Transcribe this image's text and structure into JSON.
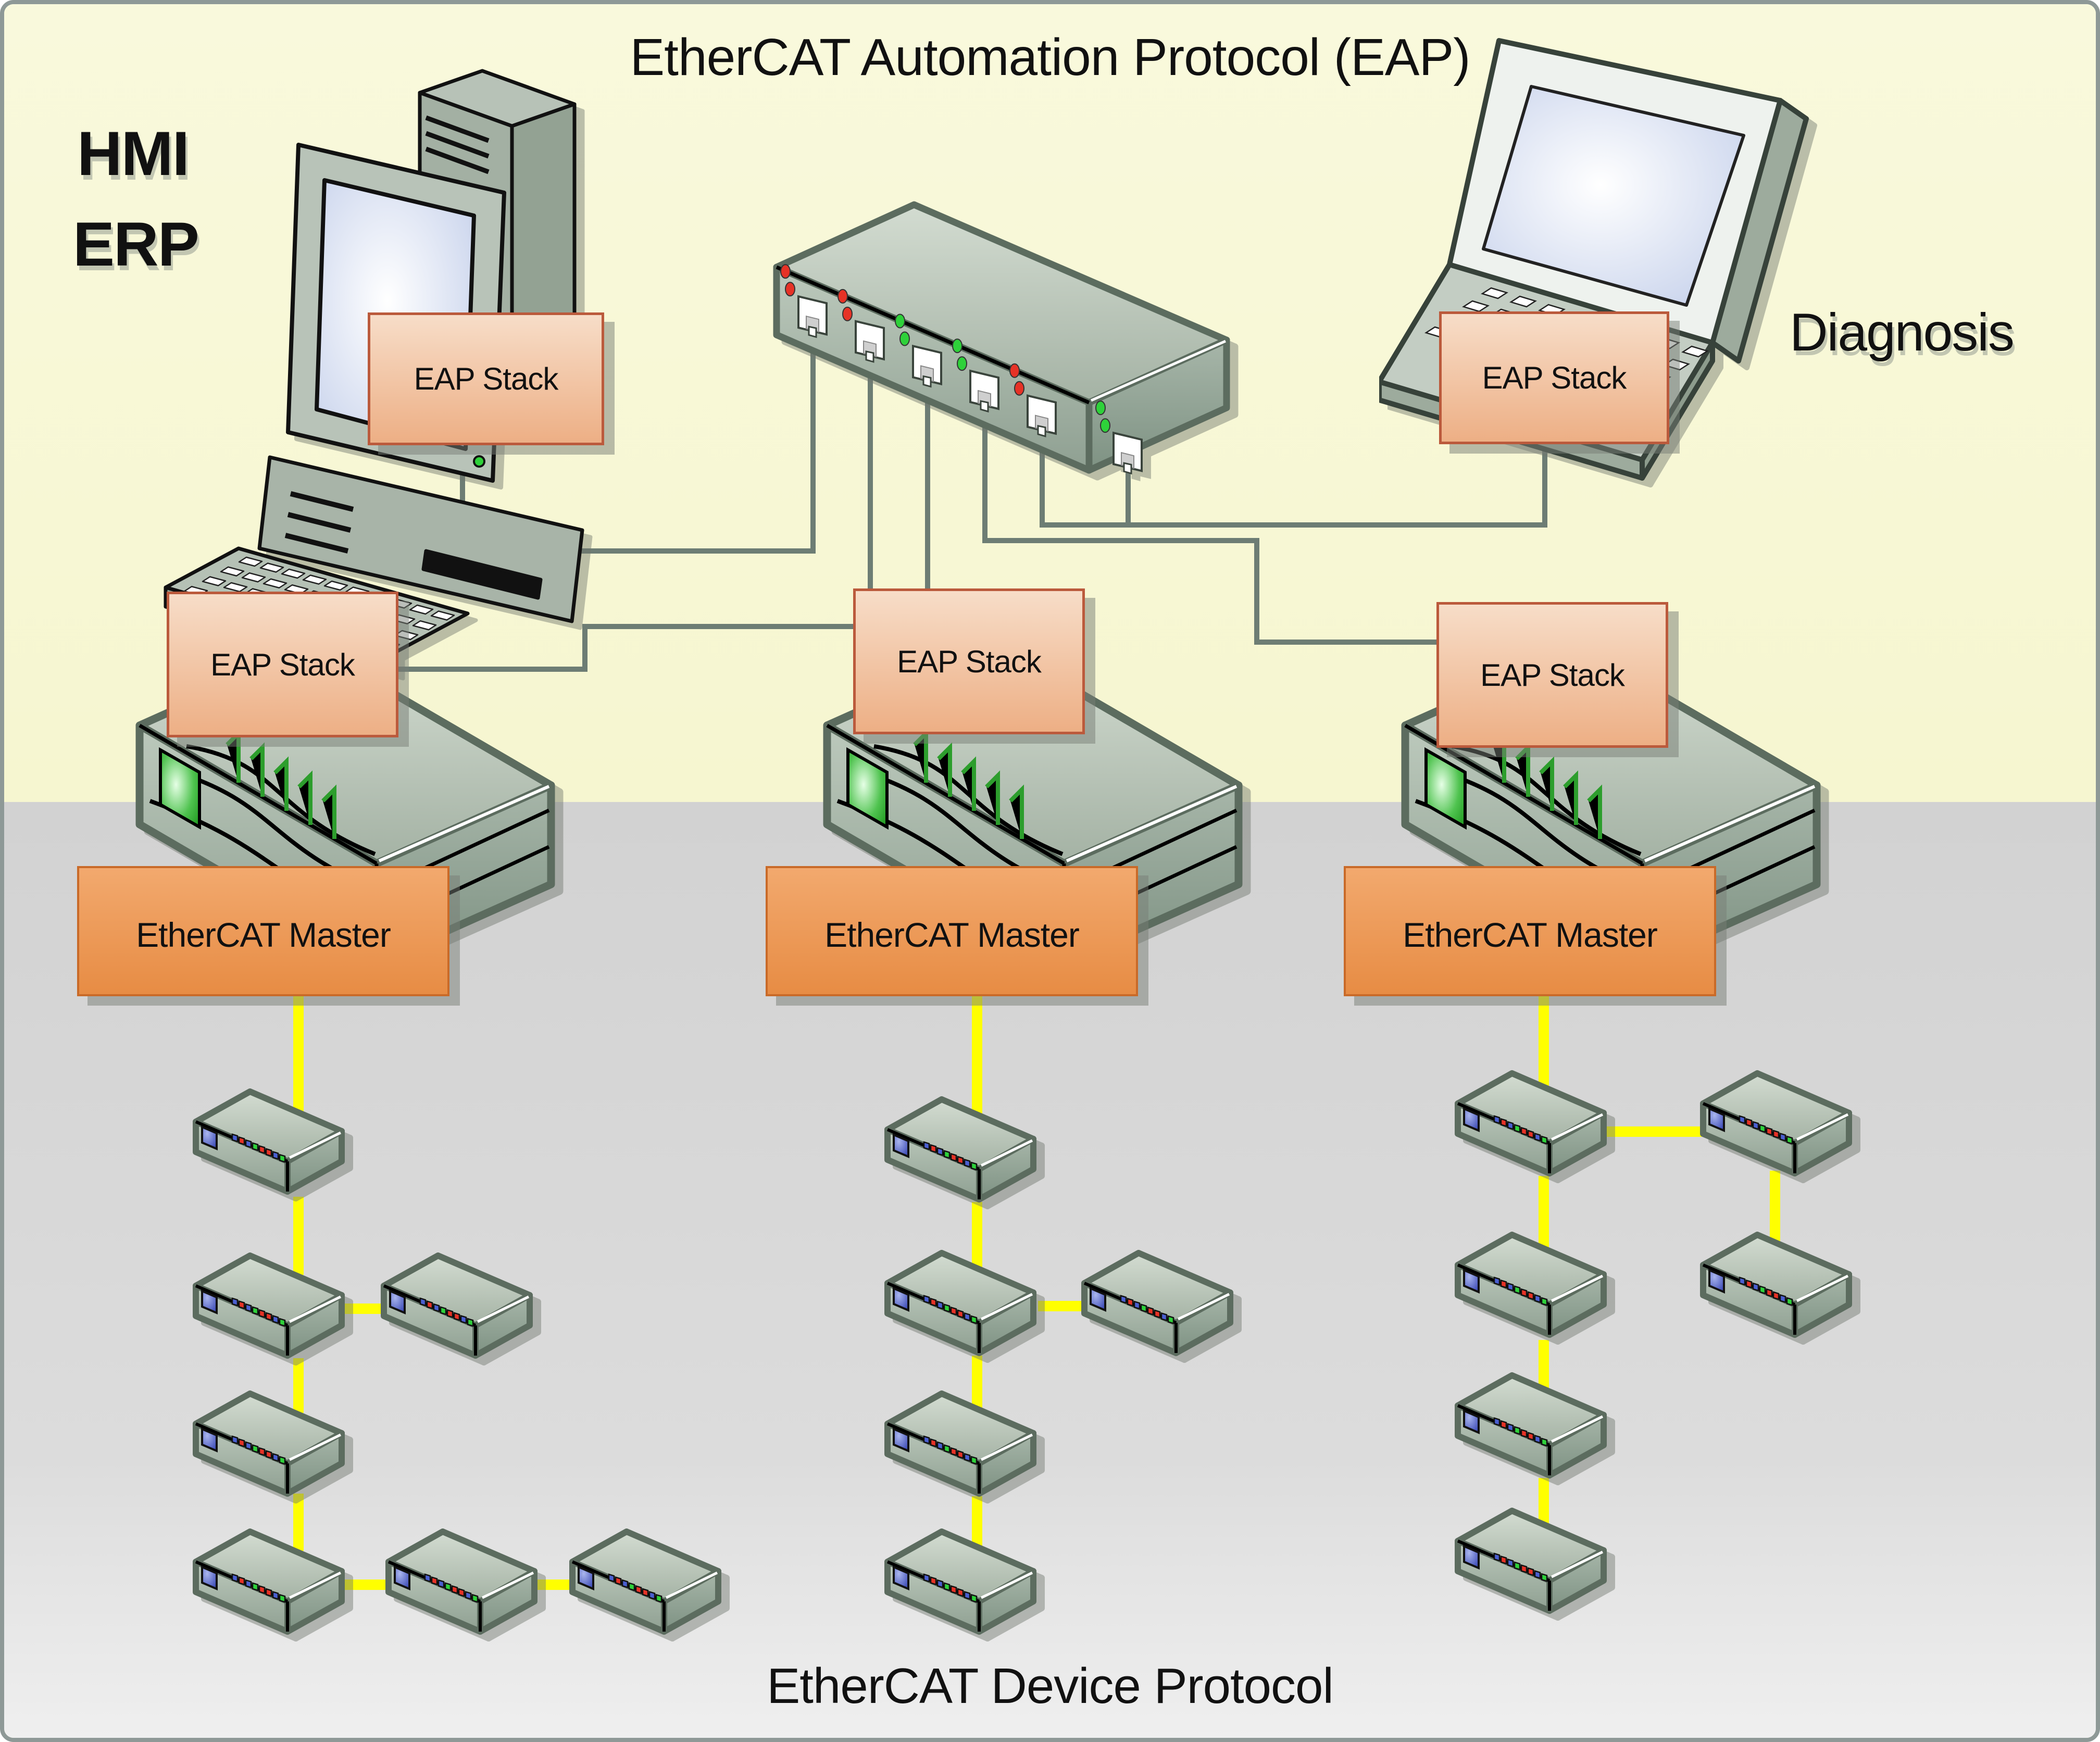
{
  "title": "EtherCAT Automation Protocol (EAP)",
  "bottom_label": "EtherCAT Device Protocol",
  "top_left_labels": {
    "line1": "HMI",
    "line2": "ERP"
  },
  "diagnosis_label": "Diagnosis",
  "boxes": {
    "eap_stack": "EAP Stack",
    "ethercat_master": "EtherCAT Master"
  },
  "colors": {
    "bg_top": "#f8f8d6",
    "bg_bottom": "#d8d8d8",
    "frame": "#8e9997",
    "eap_box_fill_top": "#f7ddc8",
    "eap_box_fill_bottom": "#edaf85",
    "eap_box_border": "#bb5a3c",
    "master_box_fill_top": "#f2a96e",
    "master_box_fill_bottom": "#e78c44",
    "master_box_border": "#c96a28",
    "cable": "#ffff00",
    "connector": "#6d7d74",
    "device_outline": "#5c6c5f",
    "led_red": "#e63226",
    "led_green": "#2ed13a",
    "led_blue": "#4a5fd0",
    "text": "#111111",
    "shadow": "rgba(120,126,118,0.5)"
  },
  "network": {
    "switch_ports": 6,
    "switch_led_pairs": [
      [
        "red",
        "red"
      ],
      [
        "red",
        "red"
      ],
      [
        "green",
        "green"
      ],
      [
        "green",
        "green"
      ],
      [
        "red",
        "red"
      ],
      [
        "green",
        "green"
      ]
    ],
    "eap_stacks": 5,
    "masters": 3,
    "slave_leds": [
      "blue",
      "red",
      "blue",
      "green",
      "red",
      "red",
      "blue",
      "green"
    ],
    "clusters": [
      {
        "position": "left",
        "slaves": 7
      },
      {
        "position": "middle",
        "slaves": 5
      },
      {
        "position": "right",
        "slaves": 6
      }
    ]
  }
}
